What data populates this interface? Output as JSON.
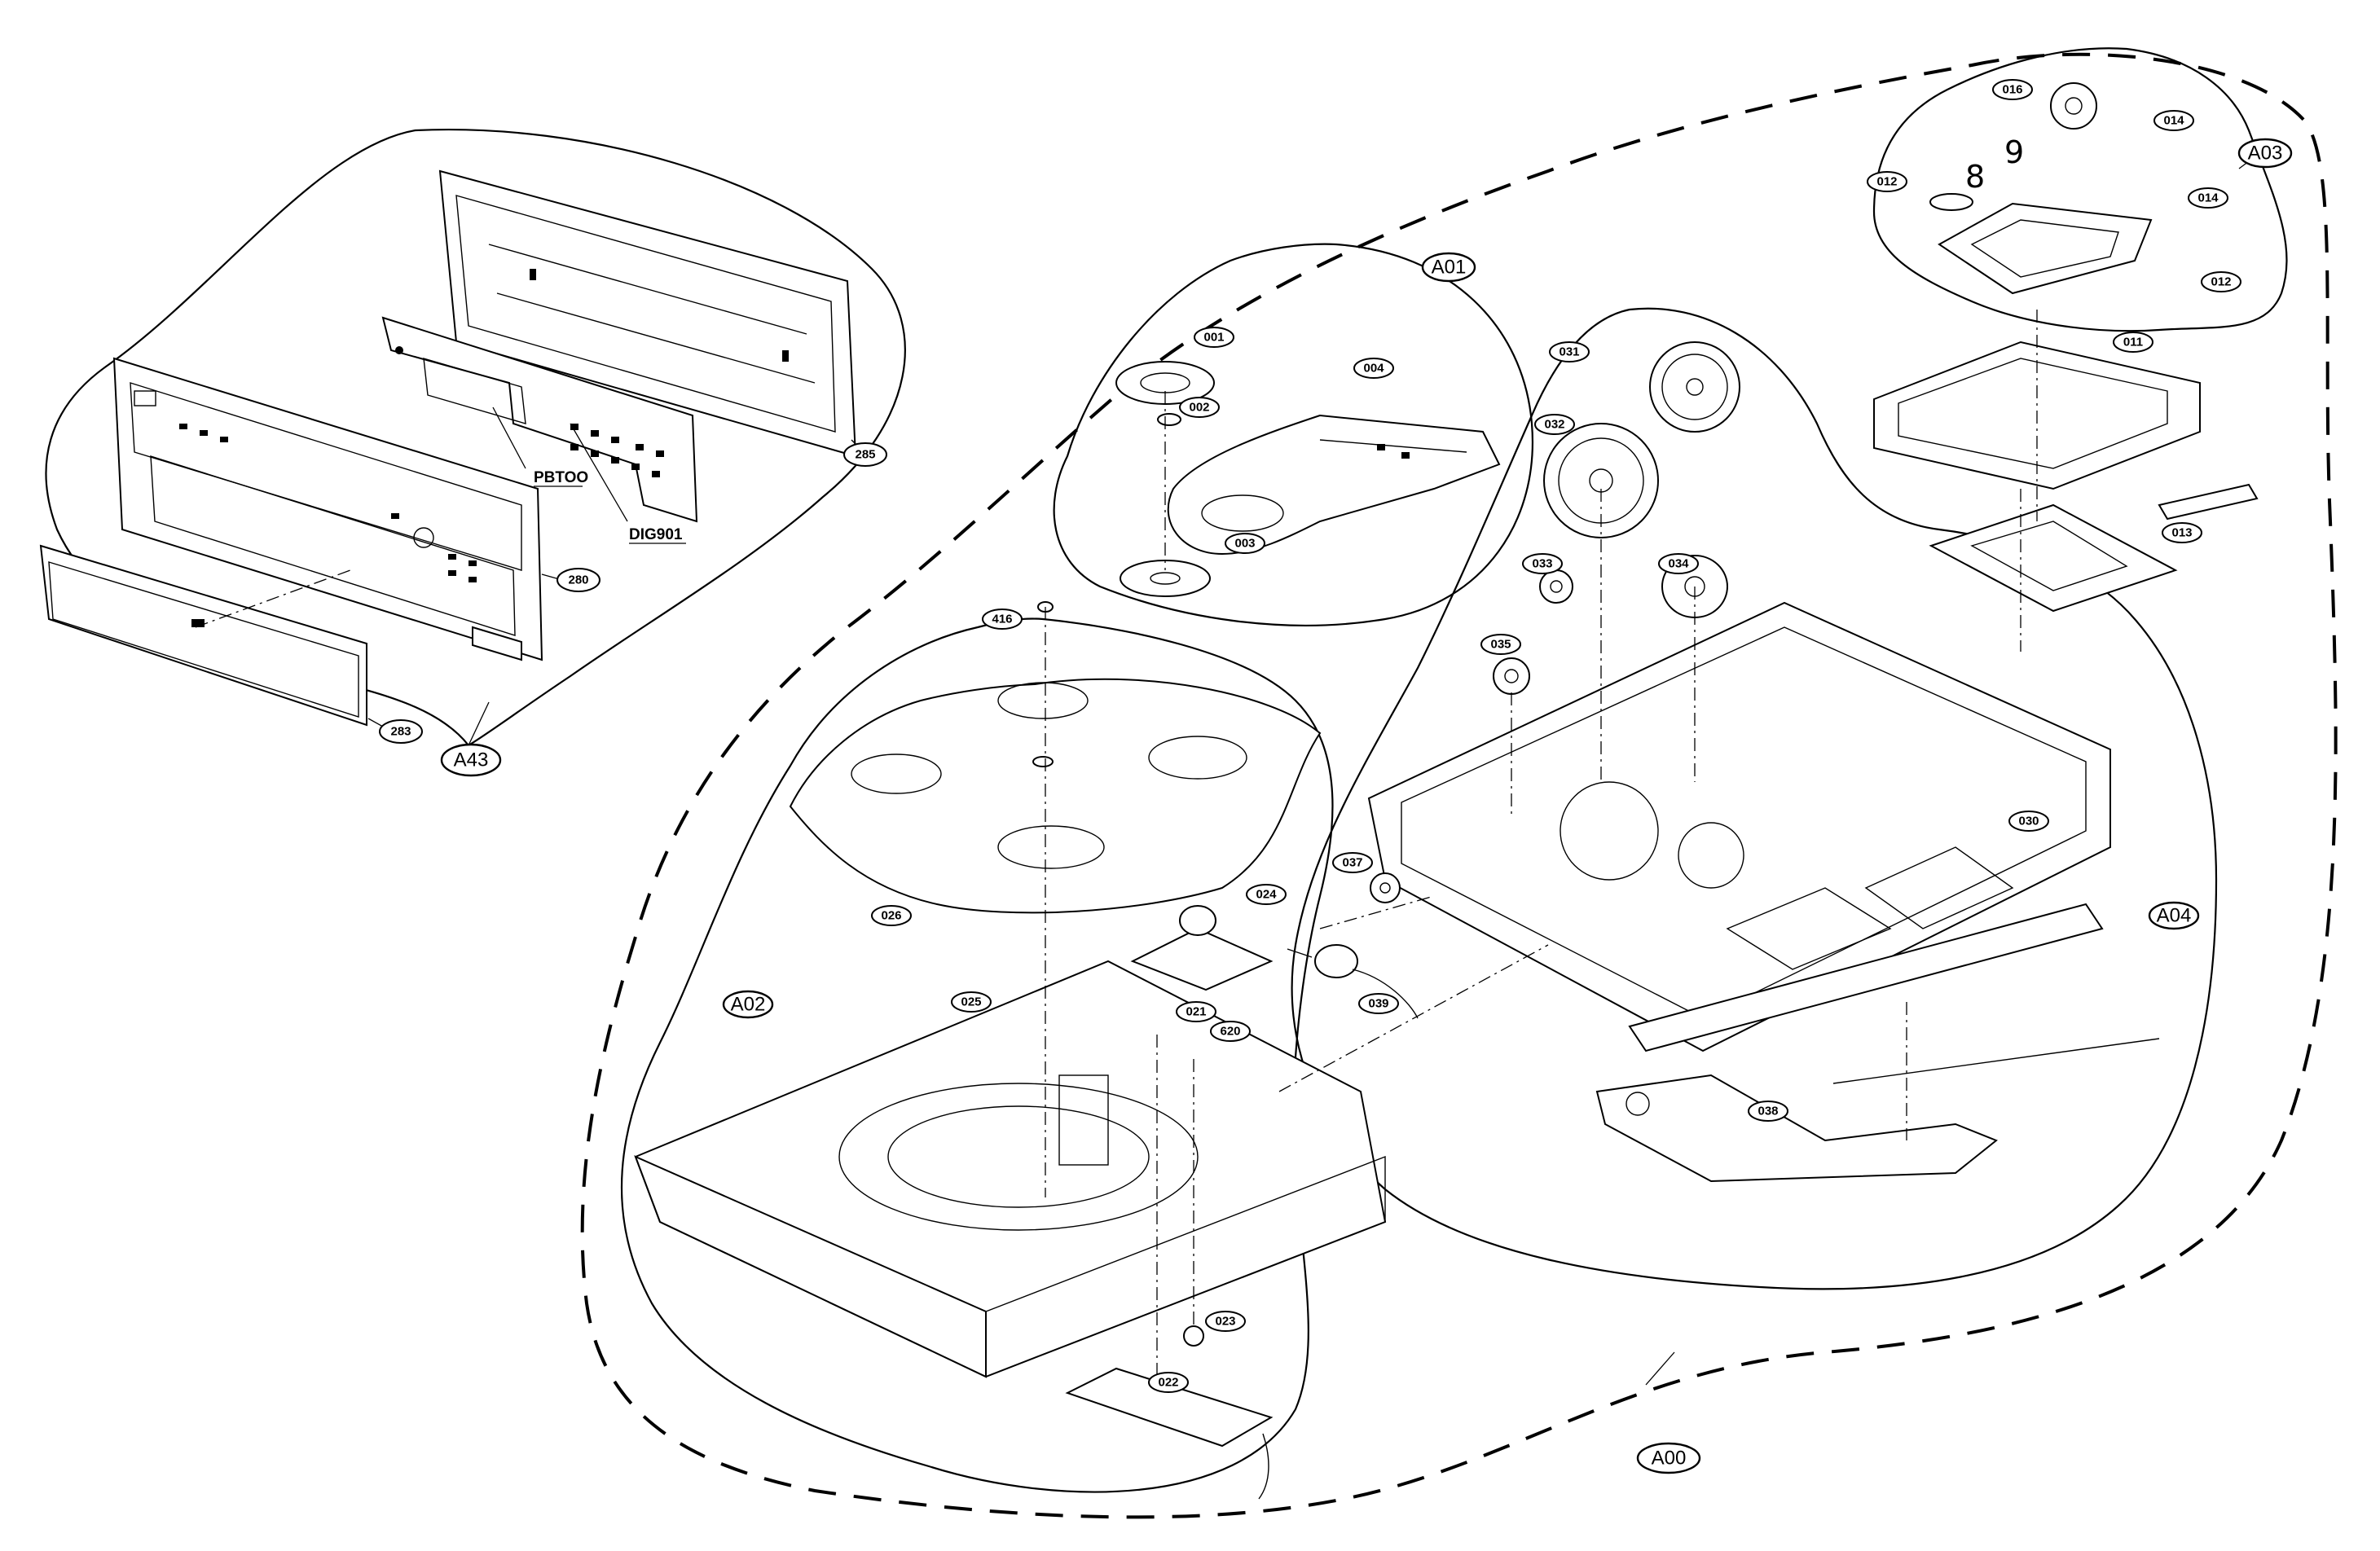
{
  "assemblies": {
    "a00": "A00",
    "a01": "A01",
    "a02": "A02",
    "a03": "A03",
    "a04": "A04",
    "a43": "A43"
  },
  "boards": {
    "pbt00": "PBTOO",
    "dig901": "DIG901"
  },
  "handwritten": {
    "eight": "8",
    "nine": "9"
  },
  "callouts": {
    "c001": "001",
    "c002": "002",
    "c003": "003",
    "c004": "004",
    "c011": "011",
    "c012a": "012",
    "c012b": "012",
    "c013": "013",
    "c014a": "014",
    "c014b": "014",
    "c016": "016",
    "c021": "021",
    "c022": "022",
    "c023": "023",
    "c024": "024",
    "c025": "025",
    "c026": "026",
    "c030": "030",
    "c031": "031",
    "c032": "032",
    "c033": "033",
    "c034": "034",
    "c035": "035",
    "c037": "037",
    "c038": "038",
    "c039": "039",
    "c416": "416",
    "c280": "280",
    "c283": "283",
    "c285": "285",
    "c620": "620"
  }
}
